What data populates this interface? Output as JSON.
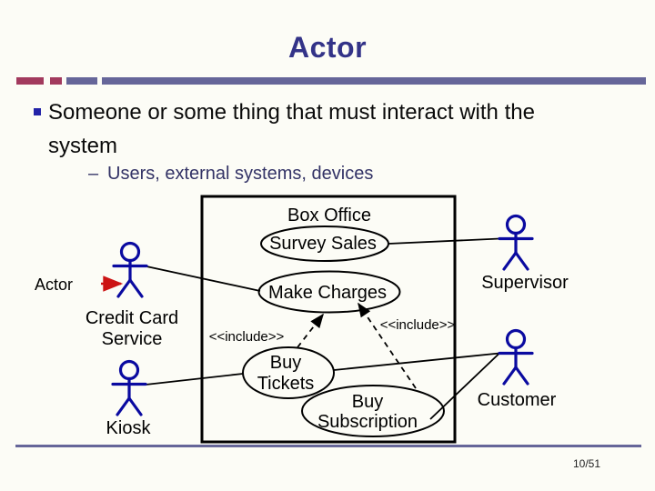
{
  "slide": {
    "title": "Actor",
    "bullets": {
      "main": "Someone or some thing that must interact with the system",
      "sub_dash": "–",
      "sub": "Users, external systems, devices"
    },
    "footer_page": "10/51",
    "colors": {
      "background": "#FCFCF6",
      "accent_crimson": "#A23A5E",
      "accent_purple": "#666699",
      "title_text": "#333388",
      "sub_bullet_text": "#333366",
      "bullet_square": "#2323A8",
      "actor_figure_navy": "#0A0AA0",
      "pointer_arrow_red": "#CC1414",
      "pointer_label_red": "#9E3B4D"
    }
  },
  "diagram": {
    "system_label": "Box Office",
    "use_cases": {
      "survey_sales": "Survey Sales",
      "make_charges": "Make Charges",
      "buy_tickets": {
        "line1": "Buy",
        "line2": "Tickets"
      },
      "buy_subscription": {
        "line1": "Buy",
        "line2": "Subscription"
      }
    },
    "actors": {
      "credit_card_service": {
        "line1": "Credit Card",
        "line2": "Service"
      },
      "kiosk": "Kiosk",
      "supervisor": "Supervisor",
      "customer": "Customer"
    },
    "pointer_label": "Actor",
    "include_labels": {
      "left": "<<include>>",
      "right": "<<include>>"
    },
    "relationships": [
      {
        "from": "Credit Card Service",
        "to": "Make Charges",
        "type": "association"
      },
      {
        "from": "Supervisor",
        "to": "Survey Sales",
        "type": "association"
      },
      {
        "from": "Kiosk",
        "to": "Buy Tickets",
        "type": "association"
      },
      {
        "from": "Customer",
        "to": "Buy Tickets",
        "type": "association"
      },
      {
        "from": "Customer",
        "to": "Buy Subscription",
        "type": "association"
      },
      {
        "from": "Buy Tickets",
        "to": "Make Charges",
        "type": "include"
      },
      {
        "from": "Buy Subscription",
        "to": "Make Charges",
        "type": "include"
      }
    ]
  }
}
